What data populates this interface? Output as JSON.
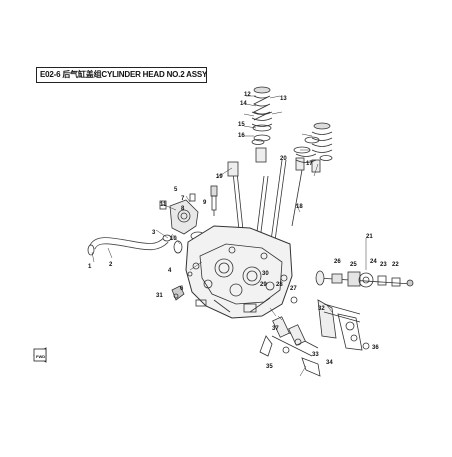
{
  "diagram": {
    "title": "E02-6 后气缸盖组CYLINDER HEAD NO.2 ASSY",
    "callouts": [
      "1",
      "2",
      "3",
      "4",
      "5",
      "6",
      "7",
      "8",
      "9",
      "10",
      "11",
      "12",
      "13",
      "14",
      "15",
      "16",
      "17",
      "18",
      "19",
      "20",
      "21",
      "22",
      "23",
      "24",
      "25",
      "26",
      "27",
      "28",
      "29",
      "30",
      "31",
      "32",
      "33",
      "34",
      "35",
      "36",
      "37"
    ],
    "fwd_label": "FWD"
  }
}
